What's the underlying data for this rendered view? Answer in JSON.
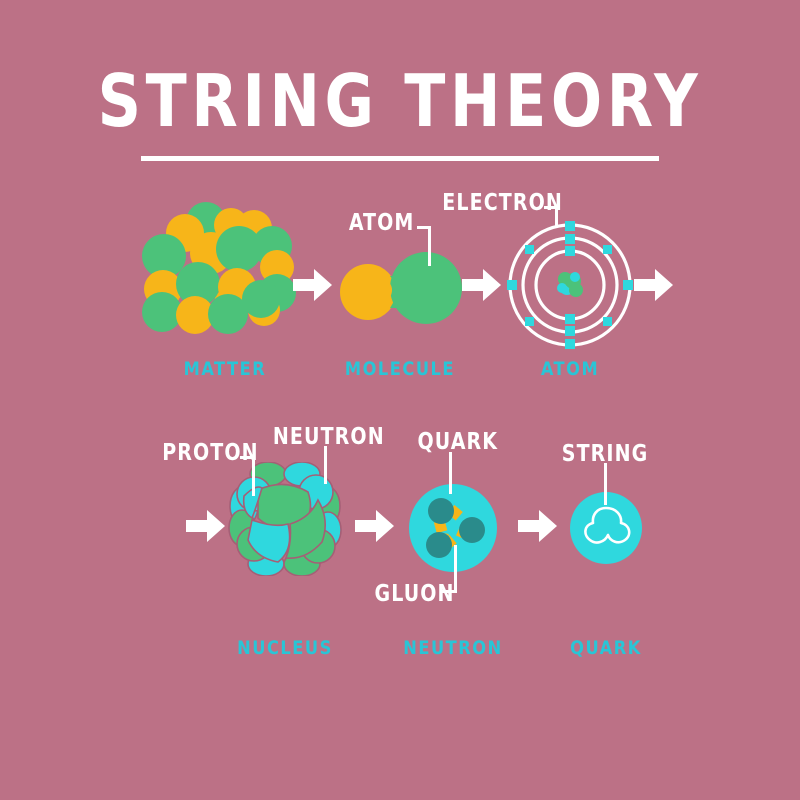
{
  "poster": {
    "title": "STRING THEORY",
    "background_color": "#bc7186",
    "title_color": "#ffffff",
    "caption_color": "#29c5d6",
    "callout_color": "#ffffff"
  },
  "palette": {
    "green": "#4cc27a",
    "orange": "#f7b519",
    "cyan": "#2fd8de",
    "dark_teal": "#2a8b8b",
    "white": "#ffffff",
    "background": "#bc7186"
  },
  "row1": {
    "steps": [
      {
        "id": "matter",
        "caption": "MATTER"
      },
      {
        "id": "molecule",
        "caption": "MOLECULE"
      },
      {
        "id": "atom",
        "caption": "ATOM"
      }
    ],
    "callouts": [
      {
        "id": "atom-callout",
        "label": "ATOM"
      },
      {
        "id": "electron-callout",
        "label": "ELECTRON"
      }
    ]
  },
  "row2": {
    "steps": [
      {
        "id": "nucleus",
        "caption": "NUCLEUS"
      },
      {
        "id": "neutron",
        "caption": "NEUTRON"
      },
      {
        "id": "quark",
        "caption": "QUARK"
      }
    ],
    "callouts": [
      {
        "id": "proton-callout",
        "label": "PROTON"
      },
      {
        "id": "neutron-callout",
        "label": "NEUTRON"
      },
      {
        "id": "quark-callout",
        "label": "QUARK"
      },
      {
        "id": "gluon-callout",
        "label": "GLUON"
      },
      {
        "id": "string-callout",
        "label": "STRING"
      }
    ]
  },
  "icons": {
    "arrow": "right-arrow-icon"
  }
}
